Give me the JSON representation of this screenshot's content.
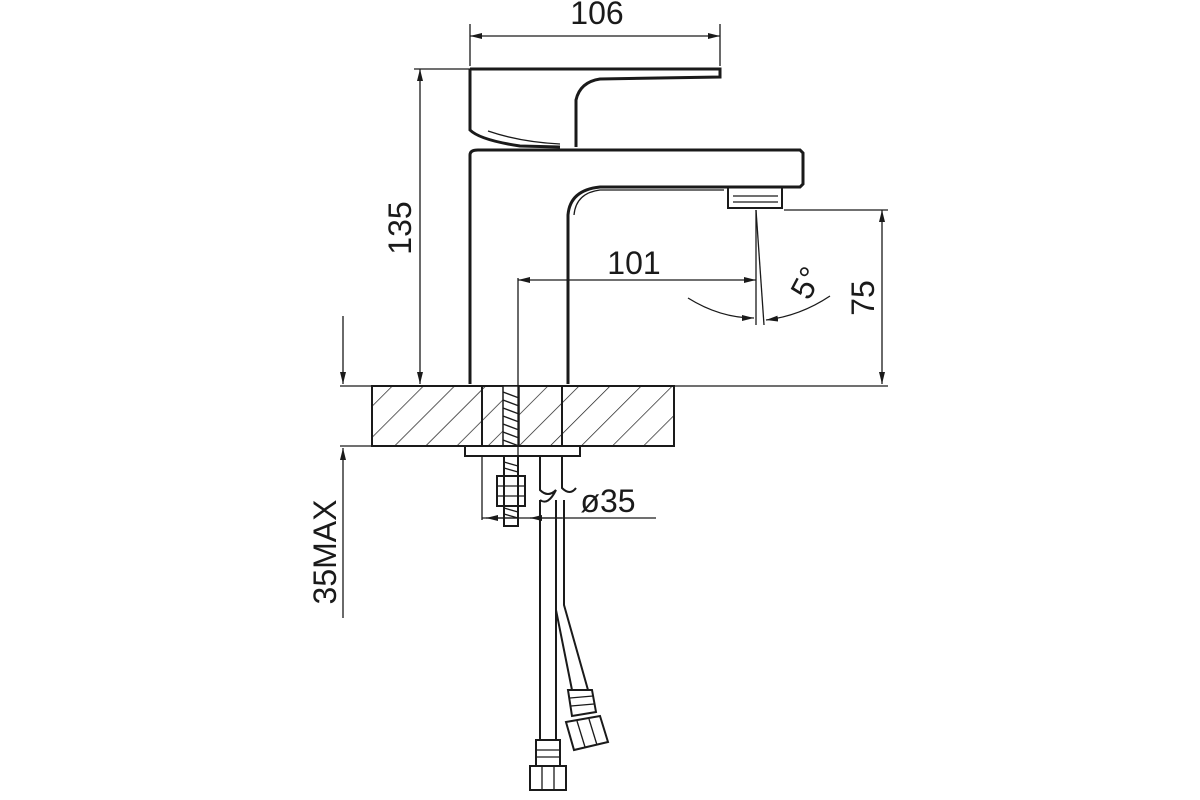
{
  "diagram": {
    "kind": "technical-drawing",
    "subject": "single-lever basin mixer faucet",
    "line_color": "#1a1a1a",
    "background": "#ffffff",
    "dimensions": {
      "lever_length": "106",
      "total_height": "135",
      "spout_reach": "101",
      "spout_height": "75",
      "spout_angle": "5°",
      "hole_diameter": "ø35",
      "max_deck_thickness": "35MAX"
    }
  }
}
